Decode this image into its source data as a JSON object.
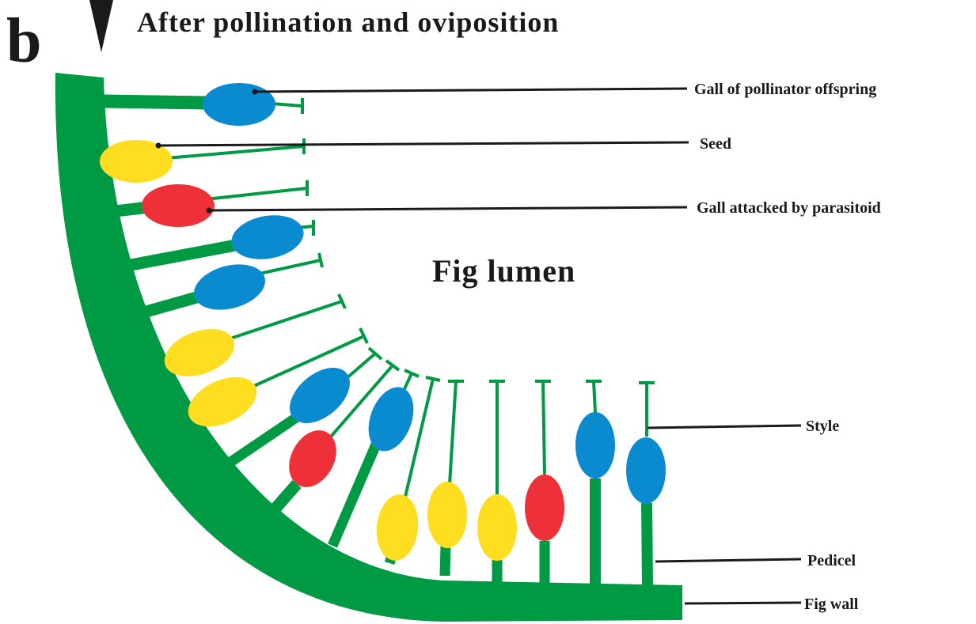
{
  "figure": {
    "panel_letter": "b",
    "title": "After pollination and oviposition",
    "lumen_label": "Fig lumen",
    "labels": {
      "gall_pollinator": "Gall of pollinator offspring",
      "seed": "Seed",
      "gall_parasitoid": "Gall attacked by parasitoid",
      "style": "Style",
      "pedicel": "Pedicel",
      "fig_wall": "Fig wall"
    }
  },
  "colors": {
    "wall_green": "#009a44",
    "gall_pollinator_blue": "#0a8bd0",
    "seed_yellow": "#ffde21",
    "gall_parasitoid_red": "#ee3039",
    "leader_line": "#1a1a1a"
  }
}
